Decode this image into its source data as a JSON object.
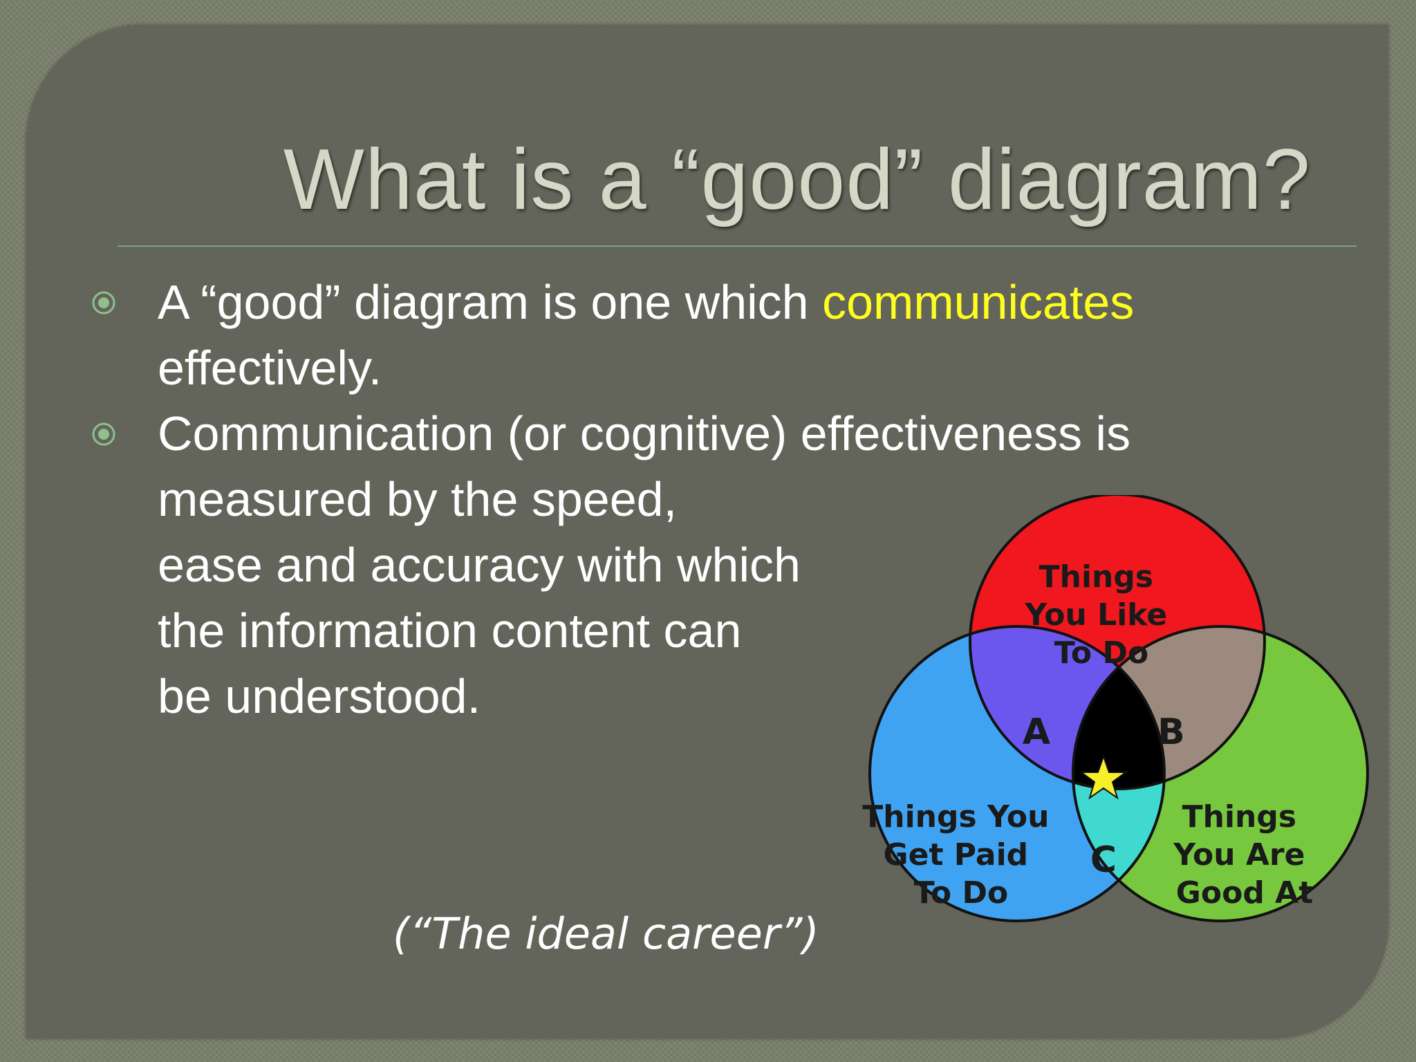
{
  "title": "What is a “good” diagram?",
  "bullets": [
    {
      "lines": [
        "A “good” diagram is one which ",
        "effectively."
      ],
      "highlight": "communicates",
      "highlight_color": "#ffff1e"
    },
    {
      "lines": [
        "Communication (or cognitive) effectiveness is",
        "measured by the speed,",
        "ease and accuracy with which",
        "the information content can",
        "be understood."
      ]
    }
  ],
  "caption": "(“The ideal career”)",
  "venn": {
    "circles": [
      {
        "name": "top",
        "label_lines": [
          "Things",
          "You Like",
          "To Do"
        ],
        "color": "#f0171e"
      },
      {
        "name": "left",
        "label_lines": [
          "Things You",
          "Get Paid",
          "To Do"
        ],
        "color": "#3fa3f2"
      },
      {
        "name": "right",
        "label_lines": [
          "Things",
          "You Are",
          "Good At"
        ],
        "color": "#77c83e"
      }
    ],
    "intersections": {
      "A": {
        "label": "A",
        "color": "#6b57ee"
      },
      "B": {
        "label": "B",
        "color": "#9b8a7d"
      },
      "C": {
        "label": "C",
        "color": "#3fd9cf"
      },
      "center": {
        "icon": "star-icon",
        "color": "#000000",
        "star_color": "#f7ef2a"
      }
    }
  },
  "colors": {
    "slide_background": "#64655a",
    "title_color": "#d6d7c6",
    "rule_color": "#7da57a",
    "bullet_icon_color": "#8fc08a"
  }
}
